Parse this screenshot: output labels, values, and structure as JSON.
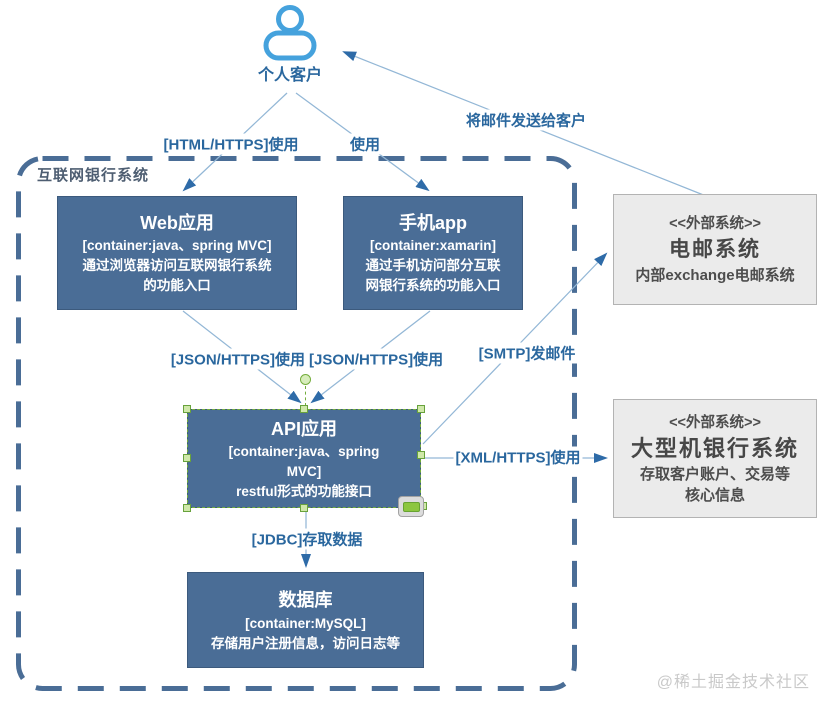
{
  "watermark": "@稀土掘金技术社区",
  "actor": {
    "label": "个人客户"
  },
  "boundary": {
    "label": "互联网银行系统"
  },
  "nodes": {
    "web": {
      "title": "Web应用",
      "tech": "[container:java、spring MVC]",
      "desc": "通过浏览器访问互联网银行系统的功能入口"
    },
    "app": {
      "title": "手机app",
      "tech": "[container:xamarin]",
      "desc": "通过手机访问部分互联网银行系统的功能入口"
    },
    "api": {
      "title": "API应用",
      "tech": "[container:java、spring MVC]",
      "desc": "restful形式的功能接口"
    },
    "db": {
      "title": "数据库",
      "tech": "[container:MySQL]",
      "desc": "存储用户注册信息，访问日志等"
    },
    "email": {
      "stereotype": "<<外部系统>>",
      "title": "电邮系统",
      "desc": "内部exchange电邮系统"
    },
    "mainframe": {
      "stereotype": "<<外部系统>>",
      "title": "大型机银行系统",
      "desc": "存取客户账户、交易等核心信息"
    }
  },
  "edges": {
    "person_web": "[HTML/HTTPS]使用",
    "person_app": "使用",
    "email_person": "将邮件发送给客户",
    "web_api": "[JSON/HTTPS]使用",
    "app_api": "[JSON/HTTPS]使用",
    "api_email": "[SMTP]发邮件",
    "api_mainframe": "[XML/HTTPS]使用",
    "api_db": "[JDBC]存取数据"
  },
  "colors": {
    "container_fill": "#4a6d96",
    "external_fill": "#ebebeb",
    "edge_label_text": "#2a679e",
    "arrow_head": "#2e6ba8",
    "connector_line": "#93b7d6",
    "boundary_stroke": "#4a6d96",
    "selection_green": "#74ad3c",
    "actor_icon_blue": "#45a2dd",
    "watermark_gray": "#c9c9c9"
  }
}
